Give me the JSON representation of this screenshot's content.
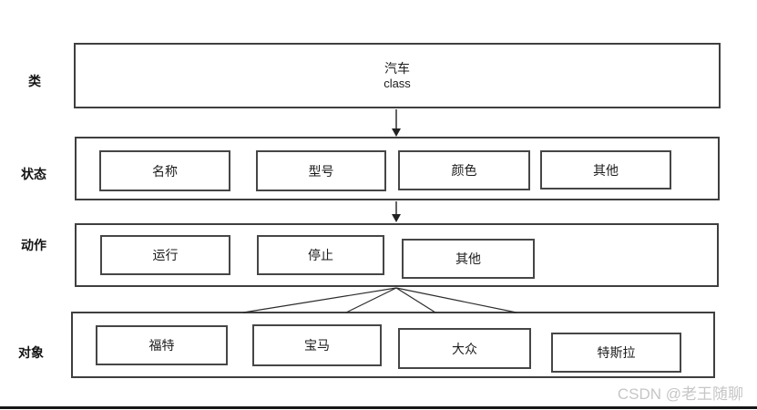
{
  "diagram": {
    "row_labels": {
      "class": "类",
      "state": "状态",
      "action": "动作",
      "object": "对象"
    },
    "class_box": {
      "title": "汽车",
      "subtitle": "class"
    },
    "state_items": [
      "名称",
      "型号",
      "颜色",
      "其他"
    ],
    "action_items": [
      "运行",
      "停止",
      "其他"
    ],
    "object_items": [
      "福特",
      "宝马",
      "大众",
      "特斯拉"
    ],
    "edges": [
      {
        "from": "class",
        "to": "state",
        "type": "arrow-down"
      },
      {
        "from": "state",
        "to": "action",
        "type": "arrow-down"
      },
      {
        "from": "action",
        "to": "object-ford",
        "type": "line"
      },
      {
        "from": "action",
        "to": "object-bmw",
        "type": "line"
      },
      {
        "from": "action",
        "to": "object-vw",
        "type": "line"
      },
      {
        "from": "action",
        "to": "object-tesla",
        "type": "line"
      }
    ],
    "watermark": "CSDN @老王随聊",
    "colors": {
      "container_border": "#3f3f3f",
      "item_border": "#464646",
      "text": "#1c1c1c",
      "watermark": "#c6c6c6",
      "bottom_bar": "#161616"
    }
  }
}
